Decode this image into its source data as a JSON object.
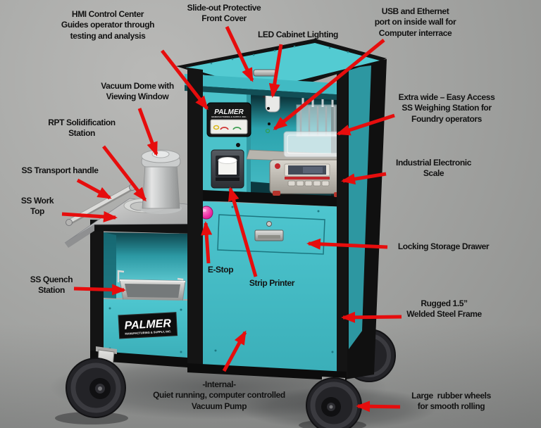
{
  "diagram": {
    "background_color": "#a9aaa8",
    "arrow_color": "#e60d0d",
    "machine": {
      "brand": "PALMER",
      "brand_tagline": "MANUFACTURING & SUPPLY, INC.",
      "body_color": "#49c3cd",
      "side_color": "#2d97a1",
      "frame_color": "#131313",
      "estop_color": "#ef2fa7",
      "steel_color": "#c9cacb"
    },
    "callouts": [
      {
        "id": "hmi-control-center",
        "text": "HMI Control Center\nGuides operator through\ntesting and analysis"
      },
      {
        "id": "slide-out-cover",
        "text": "Slide-out Protective\nFront Cover"
      },
      {
        "id": "led-cabinet-lighting",
        "text": "LED Cabinet Lighting"
      },
      {
        "id": "usb-ethernet-port",
        "text": "USB and Ethernet\nport on inside wall for\nComputer interrace"
      },
      {
        "id": "vacuum-dome",
        "text": "Vacuum Dome with\nViewing Window"
      },
      {
        "id": "weighing-station",
        "text": "Extra wide – Easy Access\nSS Weighing Station for\nFoundry operators"
      },
      {
        "id": "rpt-solidification-station",
        "text": "RPT Solidification\nStation"
      },
      {
        "id": "transport-handle",
        "text": "SS Transport handle"
      },
      {
        "id": "work-top",
        "text": "SS Work\nTop"
      },
      {
        "id": "electronic-scale",
        "text": "Industrial Electronic\nScale"
      },
      {
        "id": "storage-drawer",
        "text": "Locking Storage Drawer"
      },
      {
        "id": "e-stop",
        "text": "E-Stop"
      },
      {
        "id": "strip-printer",
        "text": "Strip Printer"
      },
      {
        "id": "quench-station",
        "text": "SS Quench\nStation"
      },
      {
        "id": "steel-frame",
        "text": "Rugged 1.5”\nWelded Steel Frame"
      },
      {
        "id": "vacuum-pump",
        "text": "-Internal-\nQuiet running, computer controlled\nVacuum Pump"
      },
      {
        "id": "rubber-wheels",
        "text": "Large  rubber wheels\nfor smooth rolling"
      }
    ]
  }
}
